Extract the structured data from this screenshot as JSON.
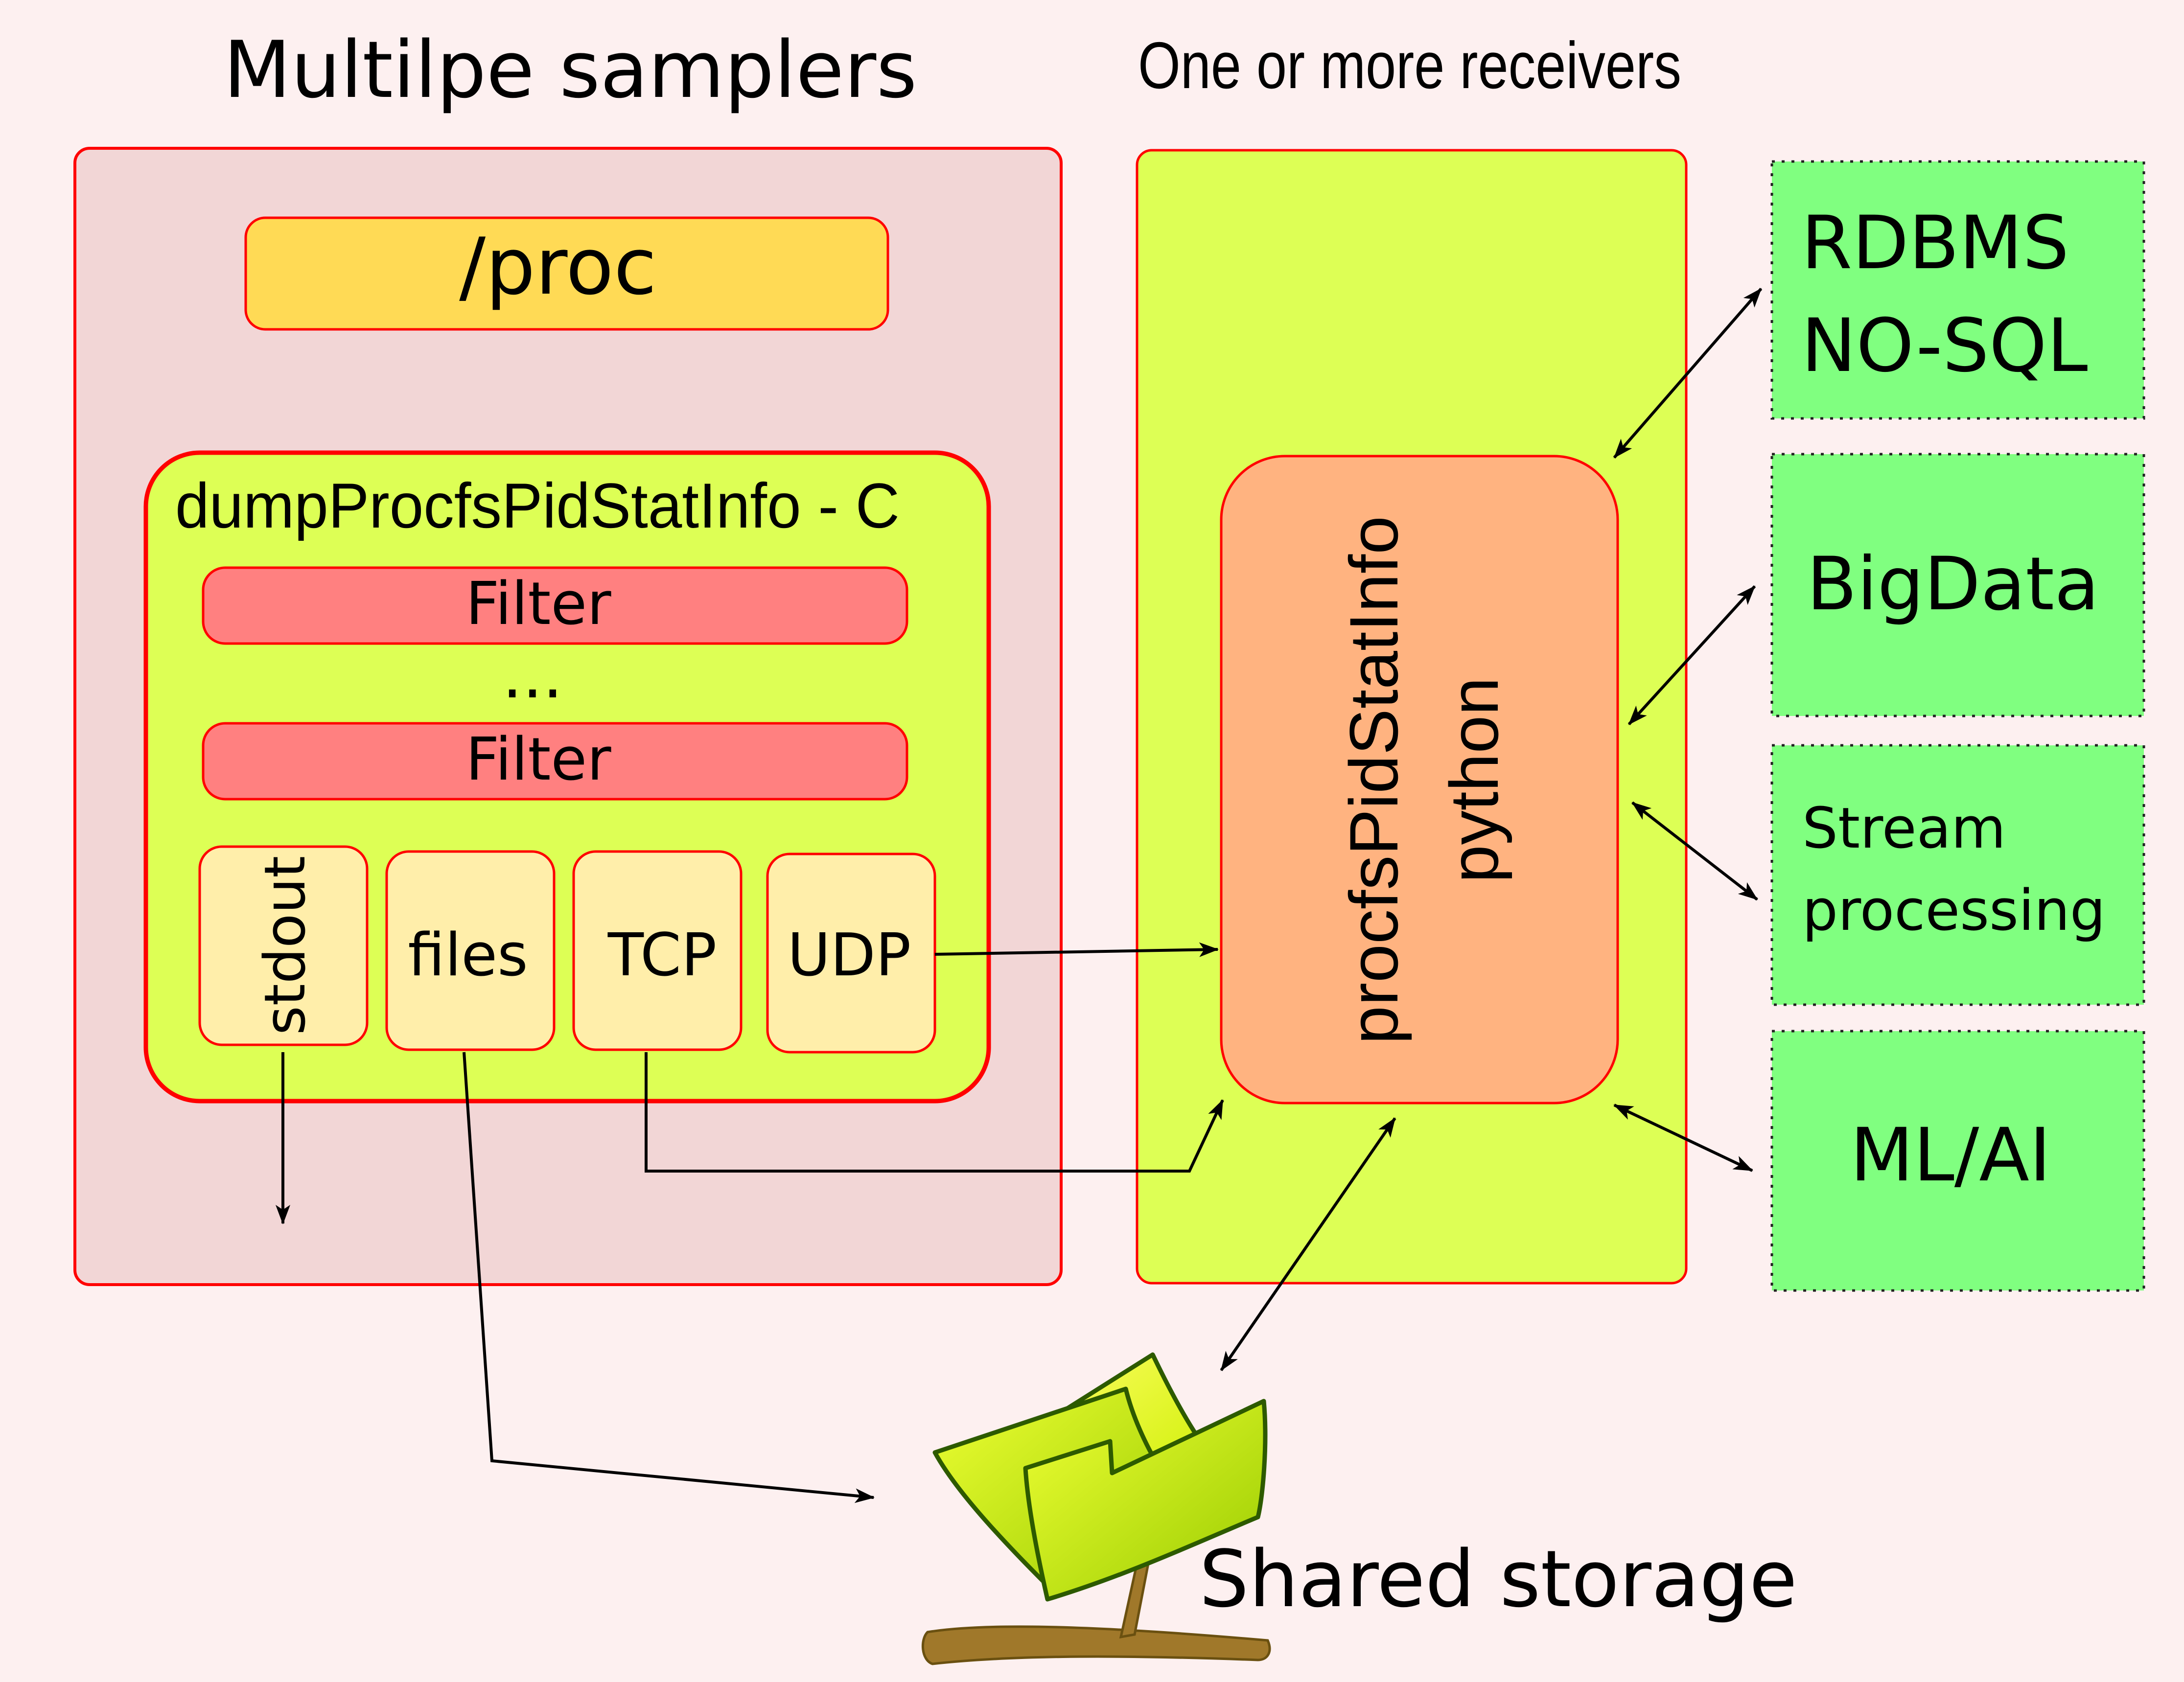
{
  "samplers": {
    "title": "Multilpe samplers",
    "proc_label": "/proc",
    "program_label": "dumpProcfsPidStatInfo - C",
    "filter_1": "Filter",
    "ellipsis": "...",
    "filter_2": "Filter",
    "outputs": {
      "stdout": "stdout",
      "files": "files",
      "tcp": "TCP",
      "udp": "UDP"
    }
  },
  "receivers": {
    "title": "One or more receivers",
    "program_name": "procfsPidStatInfo",
    "program_lang": "python"
  },
  "destinations": {
    "rdbms_line1": "RDBMS",
    "rdbms_line2": "NO-SQL",
    "bigdata": "BigData",
    "stream_line1": "Stream",
    "stream_line2": "processing",
    "mlai": "ML/AI"
  },
  "storage": {
    "label": "Shared storage",
    "icon": "folder-icon"
  },
  "colors": {
    "background": "#fdf0f0",
    "sampler_panel": "#f2d6d6",
    "border_red": "#ff0000",
    "proc_fill": "#ffda55",
    "program_fill": "#ddff55",
    "filter_fill": "#ff8080",
    "output_fill": "#ffeeaa",
    "receiver_fill": "#ddff55",
    "python_fill": "#ffb380",
    "destination_fill": "#80ff80",
    "folder_fill": "#ccee00"
  }
}
